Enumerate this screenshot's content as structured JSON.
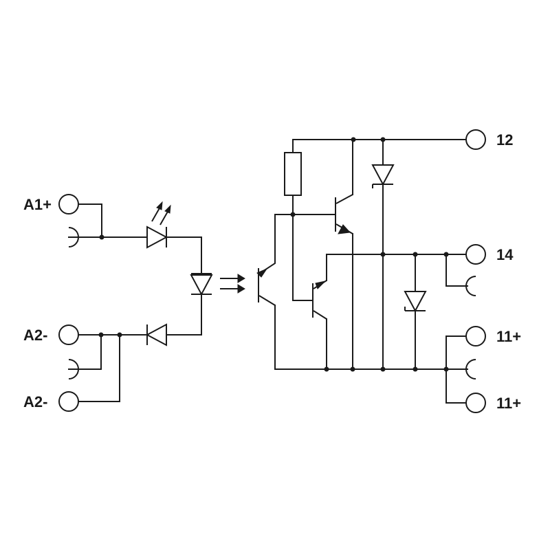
{
  "terminals": {
    "a1_plus": "A1+",
    "a2_minus_1": "A2-",
    "a2_minus_2": "A2-",
    "t12": "12",
    "t14": "14",
    "t11_plus_1": "11+",
    "t11_plus_2": "11+"
  },
  "colors": {
    "line": "#1a1a1a",
    "background": "#ffffff"
  }
}
